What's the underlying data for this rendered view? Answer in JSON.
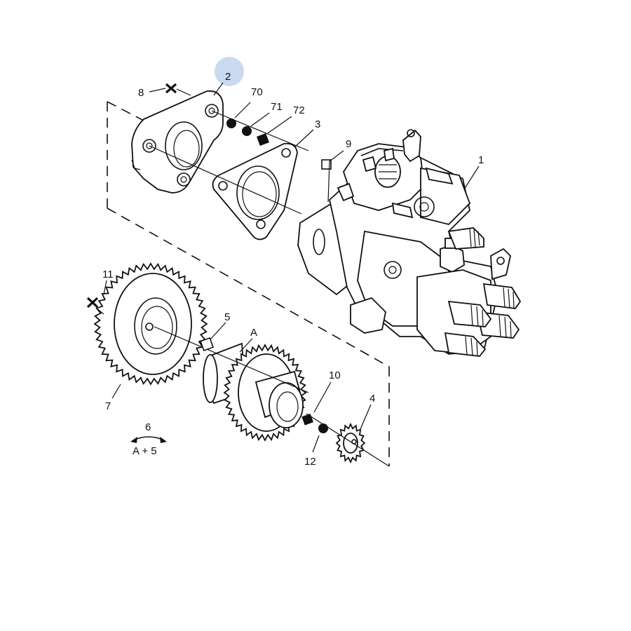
{
  "diagram": {
    "highlight_color": "#c9daf0",
    "line_color": "#111111",
    "labels": {
      "l1": "1",
      "l2": "2",
      "l3": "3",
      "l4": "4",
      "l5": "5",
      "l6": "6",
      "l7": "7",
      "l8": "8",
      "l9": "9",
      "l10": "10",
      "l11": "11",
      "l12": "12",
      "l70": "70",
      "l71": "71",
      "l72": "72",
      "lA": "A",
      "lA5": "A + 5"
    }
  }
}
